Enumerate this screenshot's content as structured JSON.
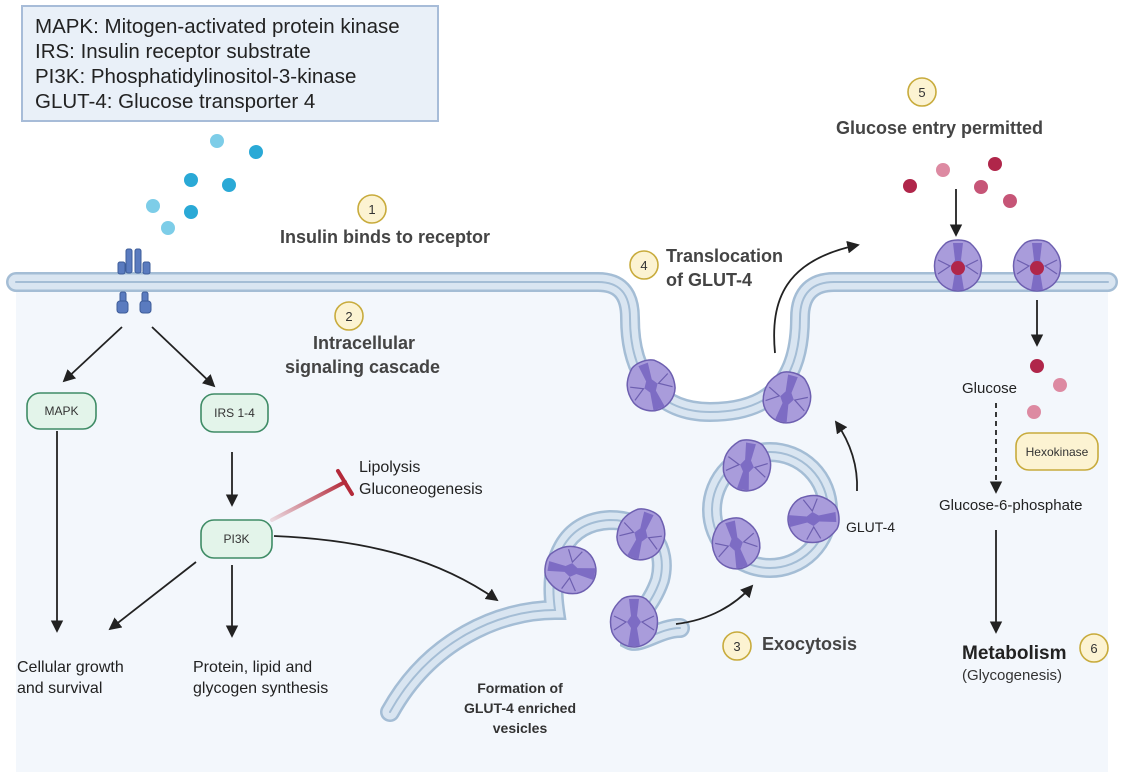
{
  "legend": [
    "MAPK: Mitogen-activated protein kinase",
    "IRS: Insulin receptor substrate",
    "PI3K: Phosphatidylinositol-3-kinase",
    "GLUT-4: Glucose transporter 4"
  ],
  "steps": [
    {
      "number": "1",
      "label": "Insulin binds to receptor"
    },
    {
      "number": "2",
      "label_lines": [
        "Intracellular",
        "signaling cascade"
      ]
    },
    {
      "number": "3",
      "label": "Exocytosis"
    },
    {
      "number": "4",
      "label_lines": [
        "Translocation",
        "of GLUT-4"
      ]
    },
    {
      "number": "5",
      "label": "Glucose entry permitted"
    },
    {
      "number": "6",
      "label": "Metabolism",
      "sublabel": "(Glycogenesis)"
    }
  ],
  "nodes": {
    "mapk": "MAPK",
    "irs": "IRS 1-4",
    "pi3k": "PI3K",
    "hexokinase": "Hexokinase"
  },
  "labels": {
    "inhibited": [
      "Lipolysis",
      "Gluconeogenesis"
    ],
    "cellular_growth": [
      "Cellular growth",
      "and survival"
    ],
    "synthesis": [
      "Protein, lipid  and",
      "glycogen synthesis"
    ],
    "vesicle_formation": [
      "Formation of",
      "GLUT-4 enriched",
      "vesicles"
    ],
    "glut4": "GLUT-4",
    "glucose": "Glucose",
    "g6p": "Glucose-6-phosphate"
  },
  "colors": {
    "cytoplasm": "#f3f7fc",
    "membrane": "#c5d7e8",
    "membrane_edge": "#a4bdd5",
    "insulin": "#2aa9d6",
    "insulin_light": "#7dcde8",
    "glucose": "#b0264a",
    "glucose_light": "#dd8aa2",
    "transporter": "#a99cdb",
    "node_fill": "#e3f4ea",
    "node_stroke": "#3f8c66",
    "badge_fill": "#fcf3d2",
    "badge_stroke": "#c8ab3c",
    "inhibit": "#b42a3a"
  }
}
